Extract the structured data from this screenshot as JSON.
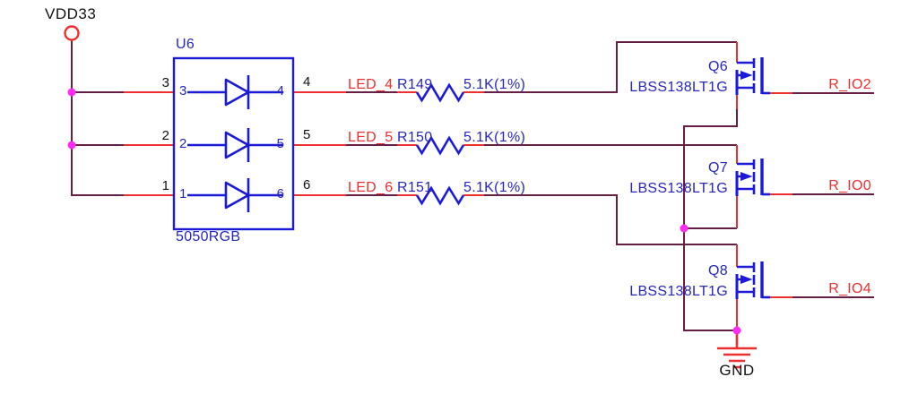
{
  "schematic": {
    "power_ports": {
      "vdd": "VDD33",
      "gnd": "GND"
    },
    "led_package": {
      "ref": "U6",
      "value": "5050RGB",
      "channels": [
        {
          "pin_left": "3",
          "pin_right": "4",
          "net": "LED_4",
          "resistor_ref": "R149",
          "resistor_value": "5.1K(1%)"
        },
        {
          "pin_left": "2",
          "pin_right": "5",
          "net": "LED_5",
          "resistor_ref": "R150",
          "resistor_value": "5.1K(1%)"
        },
        {
          "pin_left": "1",
          "pin_right": "6",
          "net": "LED_6",
          "resistor_ref": "R151",
          "resistor_value": "5.1K(1%)"
        }
      ]
    },
    "transistors": [
      {
        "ref": "Q6",
        "part": "LBSS138LT1G",
        "gate_net": "R_IO2"
      },
      {
        "ref": "Q7",
        "part": "LBSS138LT1G",
        "gate_net": "R_IO0"
      },
      {
        "ref": "Q8",
        "part": "LBSS138LT1G",
        "gate_net": "R_IO4"
      }
    ],
    "colors": {
      "wire": "#671E44",
      "pin_red": "#ED2F2F",
      "symbol_blue": "#1A1AD8",
      "label_blue": "#2626BB",
      "junction_magenta": "#FF2BF5",
      "text_black": "#111111",
      "background": "#FFFFFF"
    }
  }
}
